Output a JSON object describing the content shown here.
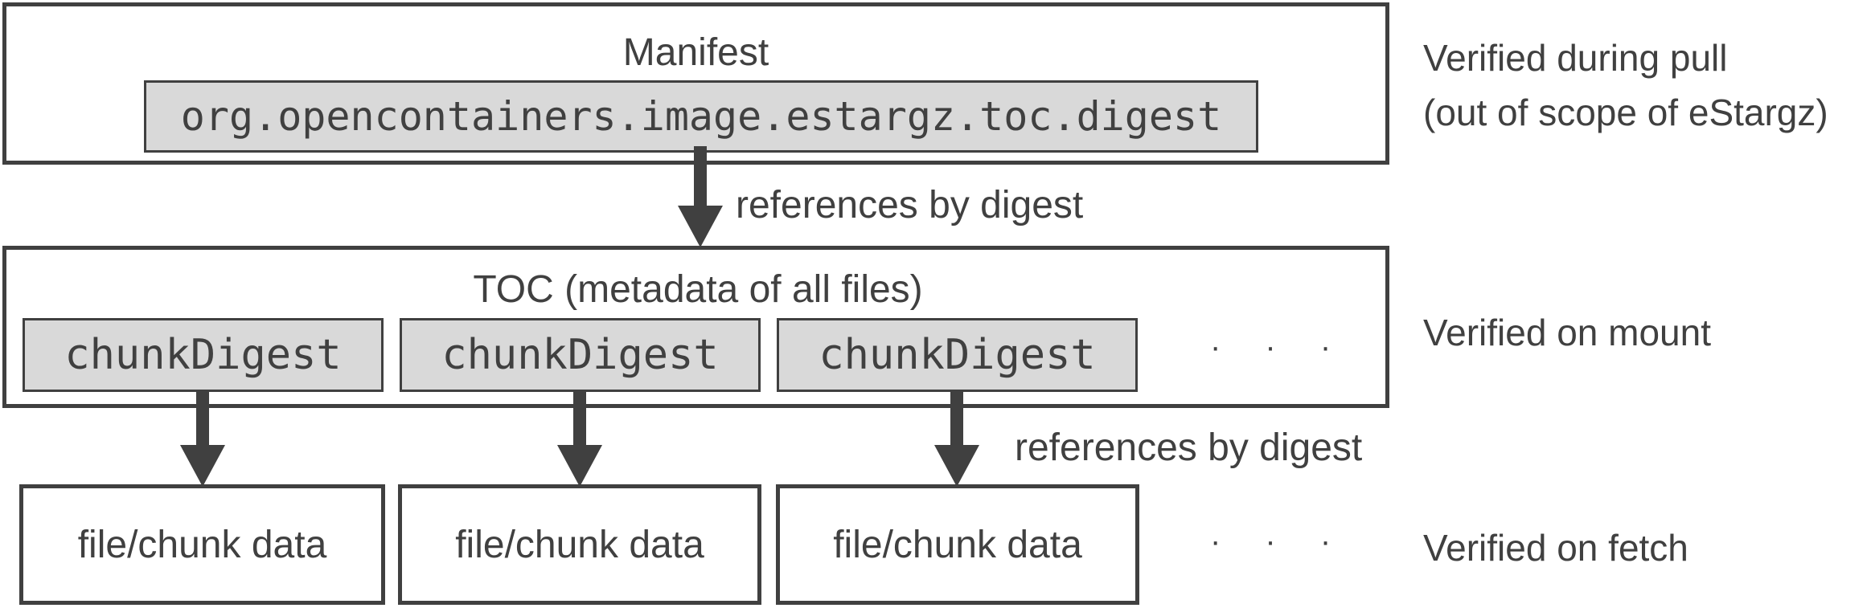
{
  "manifest": {
    "title": "Manifest",
    "annotation": "org.opencontainers.image.estargz.toc.digest"
  },
  "toc": {
    "title": "TOC (metadata of all files)",
    "chunk_labels": [
      "chunkDigest",
      "chunkDigest",
      "chunkDigest"
    ],
    "ellipsis": "· · ·"
  },
  "data_row": {
    "labels": [
      "file/chunk data",
      "file/chunk data",
      "file/chunk data"
    ],
    "ellipsis": "· · ·"
  },
  "arrows": {
    "manifest_to_toc": "references by digest",
    "toc_to_data": "references by digest"
  },
  "verification": {
    "manifest_line1": "Verified during pull",
    "manifest_line2": "(out of scope of eStargz)",
    "toc": "Verified on mount",
    "data": "Verified on fetch"
  },
  "colors": {
    "stroke": "#404040",
    "fill_gray": "#d9d9d9"
  }
}
